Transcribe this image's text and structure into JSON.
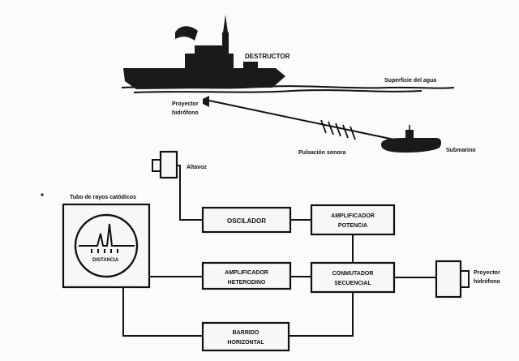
{
  "scene": {
    "destroyer": "DESTRUCTOR",
    "surface": "Superficie del agua",
    "projector": [
      "Proyector",
      "hidrófono"
    ],
    "pulse": "Pulsación sonora",
    "submarine": "Submarino"
  },
  "diagram": {
    "speaker": "Altavoz",
    "tube": "Tubo de rayos catódicos",
    "tube_scale": "DISTANCIA",
    "oscillator": "OSCILADOR",
    "power_amp": [
      "AMPLIFICADOR",
      "POTENCIA"
    ],
    "heterodyne_amp": [
      "AMPLIFICADOR",
      "HETERODINO"
    ],
    "switch": [
      "CONMUTADOR",
      "SECUENCIAL"
    ],
    "sweep": [
      "BARRIDO",
      "HORIZONTAL"
    ],
    "projector": [
      "Proyector",
      "hidrófono"
    ]
  }
}
